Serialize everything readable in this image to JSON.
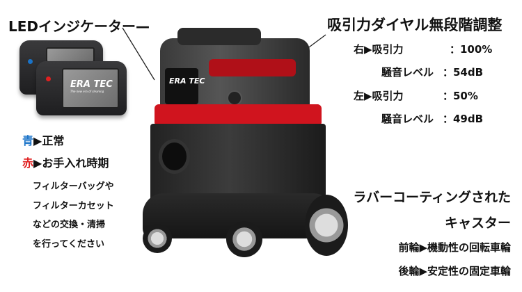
{
  "led_section": {
    "title": "LEDインジケーター—",
    "blue_label": "青",
    "blue_text": "▶正常",
    "red_label": "赤",
    "red_text": "▶お手入れ時期",
    "notes": [
      "フィルターバッグや",
      "フィルターカセット",
      "などの交換・清掃",
      "を行ってください"
    ],
    "device_logo": "ERA TEC",
    "device_tagline": "The new era of cleaning",
    "colors": {
      "blue": "#1a73c8",
      "red": "#e02020"
    }
  },
  "dial_section": {
    "title": "吸引力ダイヤル無段階調整",
    "rows": [
      {
        "label": "右▶吸引力",
        "value": "：100%"
      },
      {
        "label": "騒音レベル",
        "value": "：54dB"
      },
      {
        "label": "左▶吸引力",
        "value": "：50%"
      },
      {
        "label": "騒音レベル",
        "value": "：49dB"
      }
    ]
  },
  "caster_section": {
    "title_line1": "ラバーコーティングされた",
    "title_line2": "キャスター",
    "front": "前輪▶機動性の回転車輪",
    "rear": "後輪▶安定性の固定車輪"
  },
  "product": {
    "logo": "ERA TEC",
    "accent": "#d0141e"
  }
}
